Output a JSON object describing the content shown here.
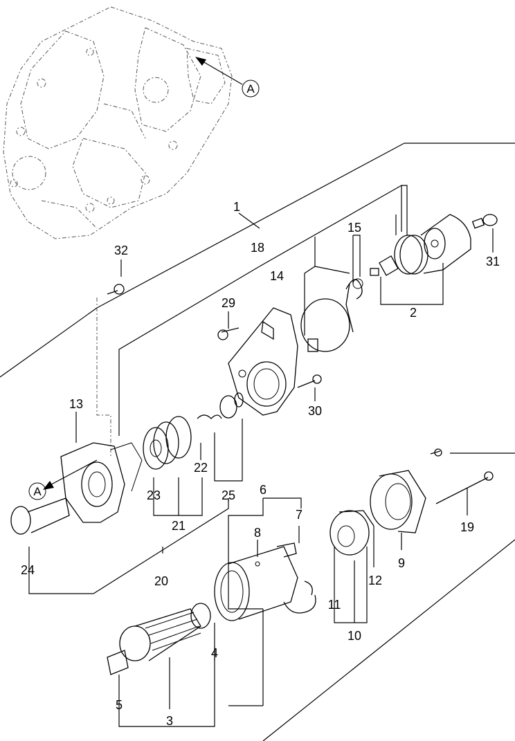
{
  "diagram": {
    "reference_marker": "A",
    "part_numbers": [
      "1",
      "2",
      "3",
      "4",
      "5",
      "6",
      "7",
      "8",
      "9",
      "10",
      "11",
      "12",
      "13",
      "14",
      "15",
      "18",
      "19",
      "20",
      "21",
      "22",
      "23",
      "24",
      "25",
      "29",
      "30",
      "31",
      "32"
    ]
  }
}
